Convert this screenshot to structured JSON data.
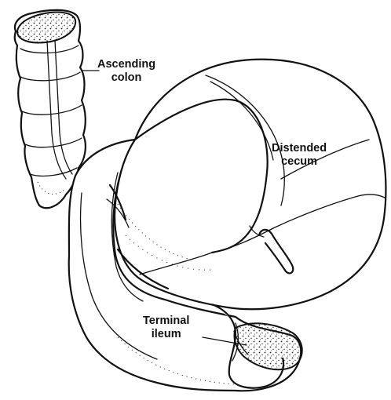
{
  "labels": {
    "ascending_colon": [
      "Ascending",
      "colon"
    ],
    "distended_cecum": [
      "Distended",
      "cecum"
    ],
    "terminal_ileum": [
      "Terminal",
      "ileum"
    ]
  }
}
